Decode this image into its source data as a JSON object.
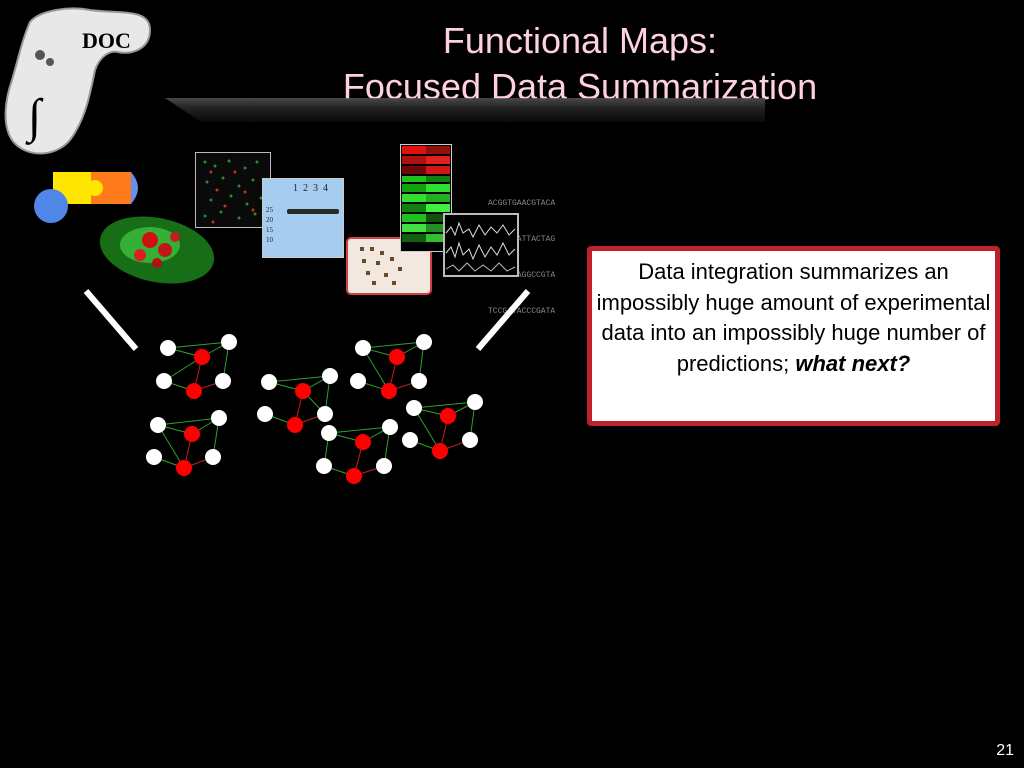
{
  "slide": {
    "title_line1": "Functional Maps:",
    "title_line2": "Focused Data Summarization",
    "logo_text": "∫",
    "logo_letters": "DOC",
    "callout_main": "Data integration summarizes an impossibly huge amount of experimental data into an impossibly huge number of predictions; ",
    "callout_emphasis": "what next?",
    "dna_lines": [
      "ACGGTGAACGTACA",
      "GTACAGATTACTAG",
      "GACATTAGGCCGTA",
      "TCCGATACCCGATA"
    ],
    "blot_lanes": "1  2  3  4",
    "blot_markers": [
      "25",
      "20",
      "15",
      "10"
    ],
    "page_number": "21"
  },
  "colors": {
    "background": "#000000",
    "title": "#ffd0e0",
    "callout_border": "#c0202a",
    "node_red": "#ff0000",
    "node_white": "#ffffff",
    "edge_green": "#2fa02f"
  }
}
